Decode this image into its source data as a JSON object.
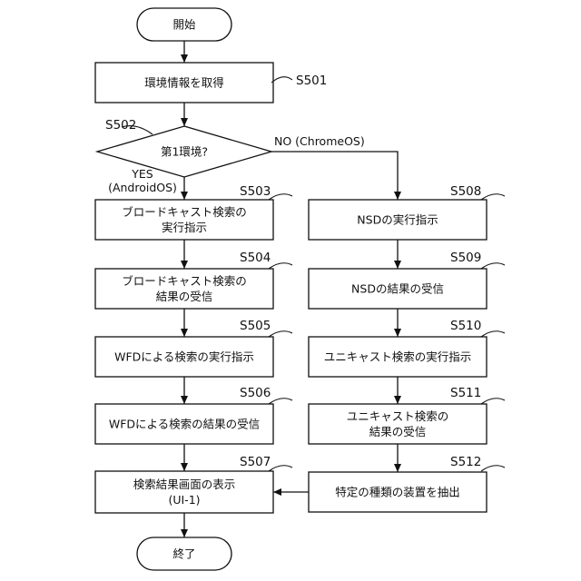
{
  "nodes": {
    "start": {
      "lines": [
        "開始"
      ]
    },
    "n501": {
      "lines": [
        "環境情報を取得"
      ],
      "step": "S501"
    },
    "dec502": {
      "lines": [
        "第1環境?"
      ],
      "step": "S502"
    },
    "n503": {
      "lines": [
        "ブロードキャスト検索の",
        "実行指示"
      ],
      "step": "S503"
    },
    "n504": {
      "lines": [
        "ブロードキャスト検索の",
        "結果の受信"
      ],
      "step": "S504"
    },
    "n505": {
      "lines": [
        "WFDによる検索の実行指示"
      ],
      "step": "S505"
    },
    "n506": {
      "lines": [
        "WFDによる検索の結果の受信"
      ],
      "step": "S506"
    },
    "n507": {
      "lines": [
        "検索結果画面の表示",
        "(UI-1)"
      ],
      "step": "S507"
    },
    "n508": {
      "lines": [
        "NSDの実行指示"
      ],
      "step": "S508"
    },
    "n509": {
      "lines": [
        "NSDの結果の受信"
      ],
      "step": "S509"
    },
    "n510": {
      "lines": [
        "ユニキャスト検索の実行指示"
      ],
      "step": "S510"
    },
    "n511": {
      "lines": [
        "ユニキャスト検索の",
        "結果の受信"
      ],
      "step": "S511"
    },
    "n512": {
      "lines": [
        "特定の種類の装置を抽出"
      ],
      "step": "S512"
    },
    "end": {
      "lines": [
        "終了"
      ]
    }
  },
  "edges": {
    "yes_branch": {
      "lines": [
        "YES",
        "(AndroidOS)"
      ]
    },
    "no_branch": {
      "lines": [
        "NO (ChromeOS)"
      ]
    }
  }
}
